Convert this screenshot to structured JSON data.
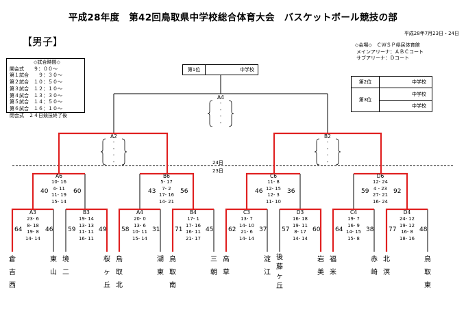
{
  "title": "平成28年度　第42回鳥取県中学校総合体育大会　バスケットボール競技の部",
  "date": "平成28年7月23日・24日",
  "gender": "【男子】",
  "venue": [
    "◇会場◇　ＣＷＳＰ県民体育館",
    "メインアリーナ：ＡＢＣコート",
    "サブアリーナ：Ｄコート"
  ],
  "schedule": {
    "heading": "◇試合時間◇",
    "rows": [
      "開会式　　９：００～",
      "第１試合　　９：３０～",
      "第２試合　１０：５０～",
      "第３試合　１２：１０～",
      "第４試合　１３：３０～",
      "第５試合　１４：５０～",
      "第６試合　１６：１０～",
      "閉会式　２４日競技終了後"
    ]
  },
  "first_place": {
    "label": "第1位",
    "school": "中学校"
  },
  "second_place": {
    "label": "第2位",
    "school": "中学校"
  },
  "third_place": {
    "label": "第3位",
    "schools": [
      "中学校",
      "中学校"
    ]
  },
  "days": {
    "day24": "24日",
    "day23": "23日"
  },
  "final": {
    "code": "A4",
    "score": "-\n-\n-\n-"
  },
  "semis": [
    {
      "code": "A2",
      "score": "-\n-\n-\n-"
    },
    {
      "code": "B2",
      "score": "-\n-\n-\n-"
    }
  ],
  "quarters": [
    {
      "code": "A6",
      "score": "10- 16\n4- 11\n11- 19\n15- 14",
      "left": "40",
      "right": "60"
    },
    {
      "code": "B6",
      "score": "5- 17\n7- 2\n17- 16\n14- 21",
      "left": "43",
      "right": "56"
    },
    {
      "code": "C6",
      "score": "11- 8\n12- 15\n12- 3\n11- 10",
      "left": "46",
      "right": "36"
    },
    {
      "code": "D6",
      "score": "12- 24\n4 - 23\n27- 21\n16- 24",
      "left": "59",
      "right": "92"
    }
  ],
  "firsts": [
    {
      "code": "A3",
      "score": "23- 6\n8- 18\n19- 8\n14- 14",
      "left": "64",
      "right": "46"
    },
    {
      "code": "B3",
      "score": "19- 14\n13- 13\n11- 11\n16- 11",
      "left": "59",
      "right": "49"
    },
    {
      "code": "A4",
      "score": "20- 0\n13- 6\n10- 11\n15- 14",
      "left": "58",
      "right": "31"
    },
    {
      "code": "B4",
      "score": "17- 1\n17- 16\n16- 11\n21- 17",
      "left": "71",
      "right": "45"
    },
    {
      "code": "C3",
      "score": "13- 7\n14- 10\n21- 6\n14- 14",
      "left": "62",
      "right": "37"
    },
    {
      "code": "D3",
      "score": "16- 18\n19- 11\n8- 17\n14- 14",
      "left": "57",
      "right": "60"
    },
    {
      "code": "C4",
      "score": "19- 7\n16- 9\n14- 15\n15- 8",
      "left": "64",
      "right": "38"
    },
    {
      "code": "D4",
      "score": "24- 12\n19- 12\n16- 8\n18- 16",
      "left": "77",
      "right": "48"
    }
  ],
  "teams": [
    "倉吉西",
    "東山",
    "境二",
    "桜ヶ丘",
    "鳥取北",
    "湖東",
    "鳥取南",
    "三朝",
    "高草",
    "淀江",
    "後藤ヶ丘",
    "岩美",
    "福米",
    "赤崎",
    "北溟",
    "鳥取東"
  ]
}
